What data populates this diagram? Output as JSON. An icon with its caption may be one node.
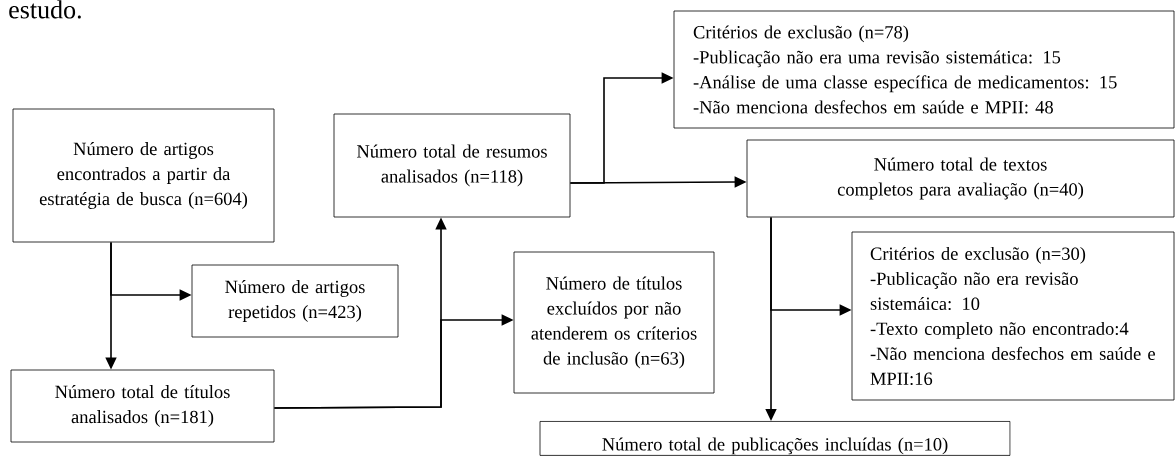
{
  "diagram": {
    "nodes": [
      {
        "text": [
          "Número de artigos encontrados a partir da estratégia de busca (n=604)"
        ]
      },
      {
        "text": [
          "Número de artigos repetidos (n=423)"
        ]
      },
      {
        "text": [
          "Número total de títulos analisados (n=181)"
        ]
      },
      {
        "text": [
          "Número de títulos excluídos por não atenderem os críterios de inclusão (n=63)"
        ]
      },
      {
        "text": [
          "Número total de resumos analisados (n=118)"
        ]
      },
      {
        "text": [
          "Critérios de exclusão  (n=78)",
          "-Publicação não era uma revisão sistemática: 15",
          "-Análise de uma classe específica de medicamentos: 15",
          "-Não menciona desfechos em saúde e MPII: 48"
        ]
      },
      {
        "text": [
          "Número total de textos completos para avaliação (n=40)"
        ]
      },
      {
        "text": [
          "Critérios de exclusão (n=30)",
          "-Publicação não era revisão sistemáica: 10",
          "-Texto completo não encontrado:4",
          "-Não menciona desfechos em saúde e MPII:16"
        ]
      },
      {
        "text": [
          "Número total de publicações incluídas (n=10)"
        ]
      }
    ],
    "edges": [
      {
        "from": 0,
        "to": 2,
        "arrow": "to"
      },
      {
        "from": 0,
        "to": 1,
        "arrow": "to"
      },
      {
        "from": 2,
        "to": 4,
        "arrow": "to"
      },
      {
        "from": 2,
        "to": 3,
        "arrow": "to"
      },
      {
        "from": 4,
        "to": 6,
        "arrow": "to"
      },
      {
        "from": 4,
        "to": 5,
        "arrow": "to"
      },
      {
        "from": 6,
        "to": 8,
        "arrow": "to"
      },
      {
        "from": 6,
        "to": 7,
        "arrow": "to"
      }
    ],
    "labels": [
      "estudo."
    ]
  }
}
